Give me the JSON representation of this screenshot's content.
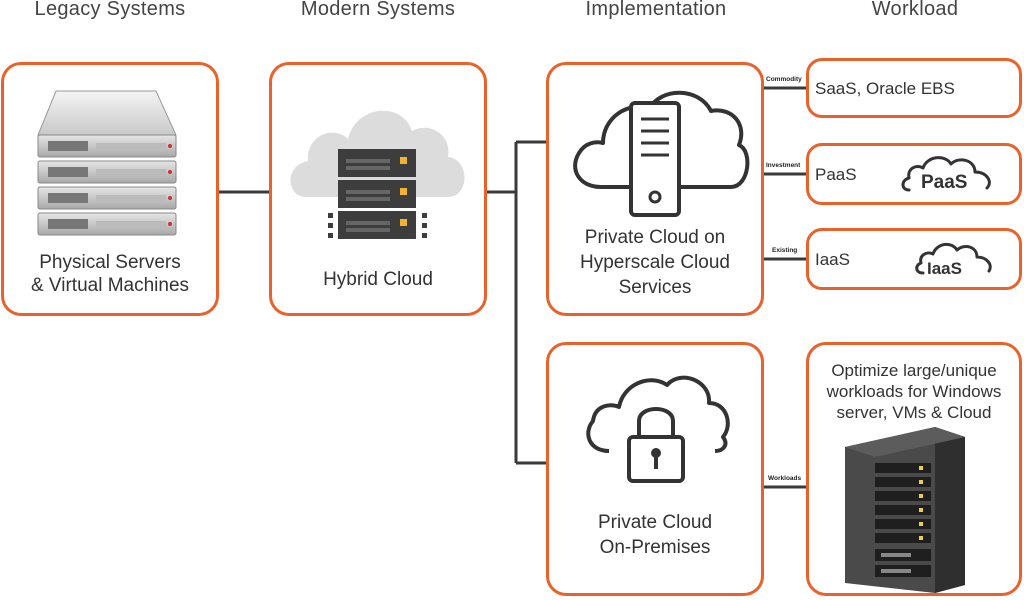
{
  "headers": {
    "legacy": "Legacy Systems",
    "modern": "Modern Systems",
    "implementation": "Implementation",
    "workload": "Workload"
  },
  "legacy_card": {
    "label_line1": "Physical Servers",
    "label_line2": "& Virtual Machines"
  },
  "modern_card": {
    "label": "Hybrid Cloud"
  },
  "private_hyperscale": {
    "line1": "Private Cloud on",
    "line2": "Hyperscale Cloud",
    "line3": "Services"
  },
  "private_onprem": {
    "line1": "Private Cloud",
    "line2": "On-Premises"
  },
  "workloads": {
    "saas": {
      "connector": "Commodity",
      "label": "SaaS, Oracle EBS"
    },
    "paas": {
      "connector": "Investment",
      "label": "PaaS",
      "badge": "PaaS"
    },
    "iaas": {
      "connector": "Existing",
      "label": "IaaS",
      "badge": "IaaS"
    },
    "optimize": {
      "connector": "Workloads",
      "line1": "Optimize large/unique",
      "line2": "workloads for Windows",
      "line3": "server, VMs & Cloud"
    }
  },
  "colors": {
    "accent": "#e8632b",
    "line": "#3a3a3a"
  }
}
